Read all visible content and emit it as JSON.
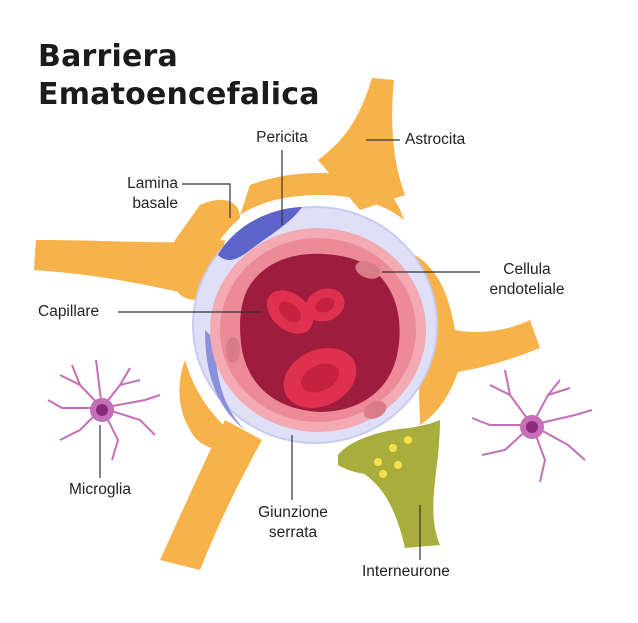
{
  "title": {
    "line1": "Barriera",
    "line2": "Ematoencefalica"
  },
  "labels": {
    "pericita": "Pericita",
    "astrocita": "Astrocita",
    "lamina_line1": "Lamina",
    "lamina_line2": "basale",
    "cellula_line1": "Cellula",
    "cellula_line2": "endoteliale",
    "capillare": "Capillare",
    "microglia": "Microglia",
    "giunzione_line1": "Giunzione",
    "giunzione_line2": "serrata",
    "interneurone": "Interneurone"
  },
  "colors": {
    "astrocyte": "#f7b24a",
    "astrocyte_dark": "#e89a32",
    "basal_lamina": "#dfe0f7",
    "pericyte": "#5c63c9",
    "endothelium": "#f4aab3",
    "lumen": "#9e1d3f",
    "red_cell": "#e0304f",
    "interneuron": "#a8ad3c",
    "microglia": "#c56fb8"
  }
}
